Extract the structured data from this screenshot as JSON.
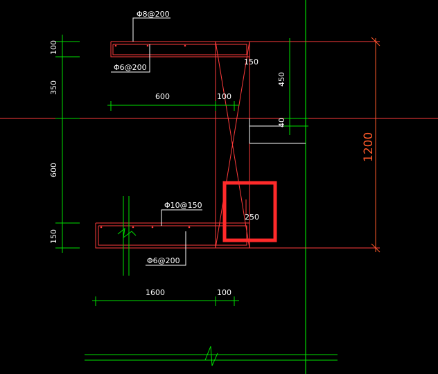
{
  "drawing": {
    "colors": {
      "background": "#000000",
      "outline": "#ff3b3b",
      "dimension": "#00e000",
      "overall_dimension": "#ff5a2a",
      "text": "#ffffff",
      "grid_axis": "#00ff00",
      "selection_box": "#ff2a2a"
    },
    "labels": {
      "top_rebar": "Φ8@200",
      "top_distribution": "Φ6@200",
      "bottom_rebar": "Φ10@150",
      "bottom_distribution": "Φ6@200"
    },
    "dimensions": {
      "left_100": "100",
      "left_350": "350",
      "left_600": "600",
      "left_150": "150",
      "top_600": "600",
      "top_100": "100",
      "bottom_1600": "1600",
      "bottom_100": "100",
      "wall_150": "150",
      "right_450": "450",
      "right_40": "40",
      "selected_250": "250",
      "overall_1200": "1200"
    }
  }
}
